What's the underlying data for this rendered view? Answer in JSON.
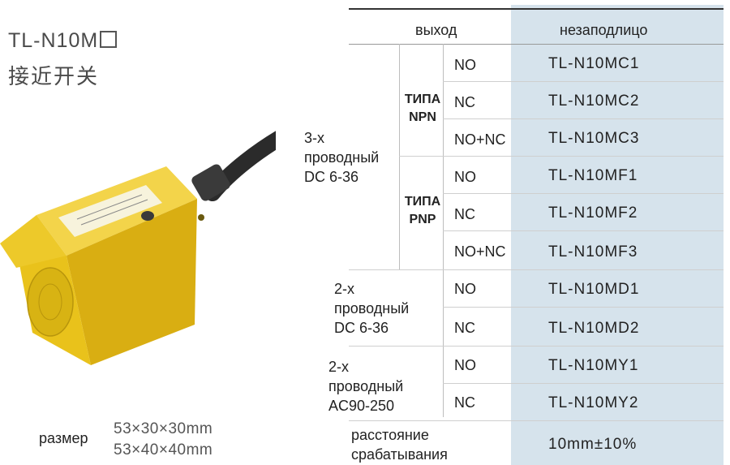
{
  "product": {
    "title": "TL-N10M",
    "subtitle": "接近开关"
  },
  "table": {
    "header_output": "выход",
    "header_mount": "незаподлицо",
    "group_3wire": [
      "3-х",
      "проводный",
      "DC 6-36"
    ],
    "type_npn": [
      "ТИПА",
      "NPN"
    ],
    "type_pnp": [
      "ТИПА",
      "PNP"
    ],
    "group_2wire_dc": [
      "2-х",
      "проводный",
      "DC 6-36"
    ],
    "group_2wire_ac": [
      "2-х",
      "проводный",
      "AC90-250"
    ],
    "rows": [
      {
        "output": "NO",
        "model": "TL-N10MC1"
      },
      {
        "output": "NC",
        "model": "TL-N10MC2"
      },
      {
        "output": "NO+NC",
        "model": "TL-N10MC3"
      },
      {
        "output": "NO",
        "model": "TL-N10MF1"
      },
      {
        "output": "NC",
        "model": "TL-N10MF2"
      },
      {
        "output": "NO+NC",
        "model": "TL-N10MF3"
      },
      {
        "output": "NO",
        "model": "TL-N10MD1"
      },
      {
        "output": "NC",
        "model": "TL-N10MD2"
      },
      {
        "output": "NO",
        "model": "TL-N10MY1"
      },
      {
        "output": "NC",
        "model": "TL-N10MY2"
      }
    ],
    "distance_label": [
      "расстояние",
      "срабатывания"
    ],
    "distance_value": "10mm±10%"
  },
  "size": {
    "label": "размер",
    "values": [
      "53×30×30mm",
      "53×40×40mm"
    ]
  },
  "colors": {
    "sensor_body": "#e9c21b",
    "column_shade": "#d6e3ec"
  }
}
